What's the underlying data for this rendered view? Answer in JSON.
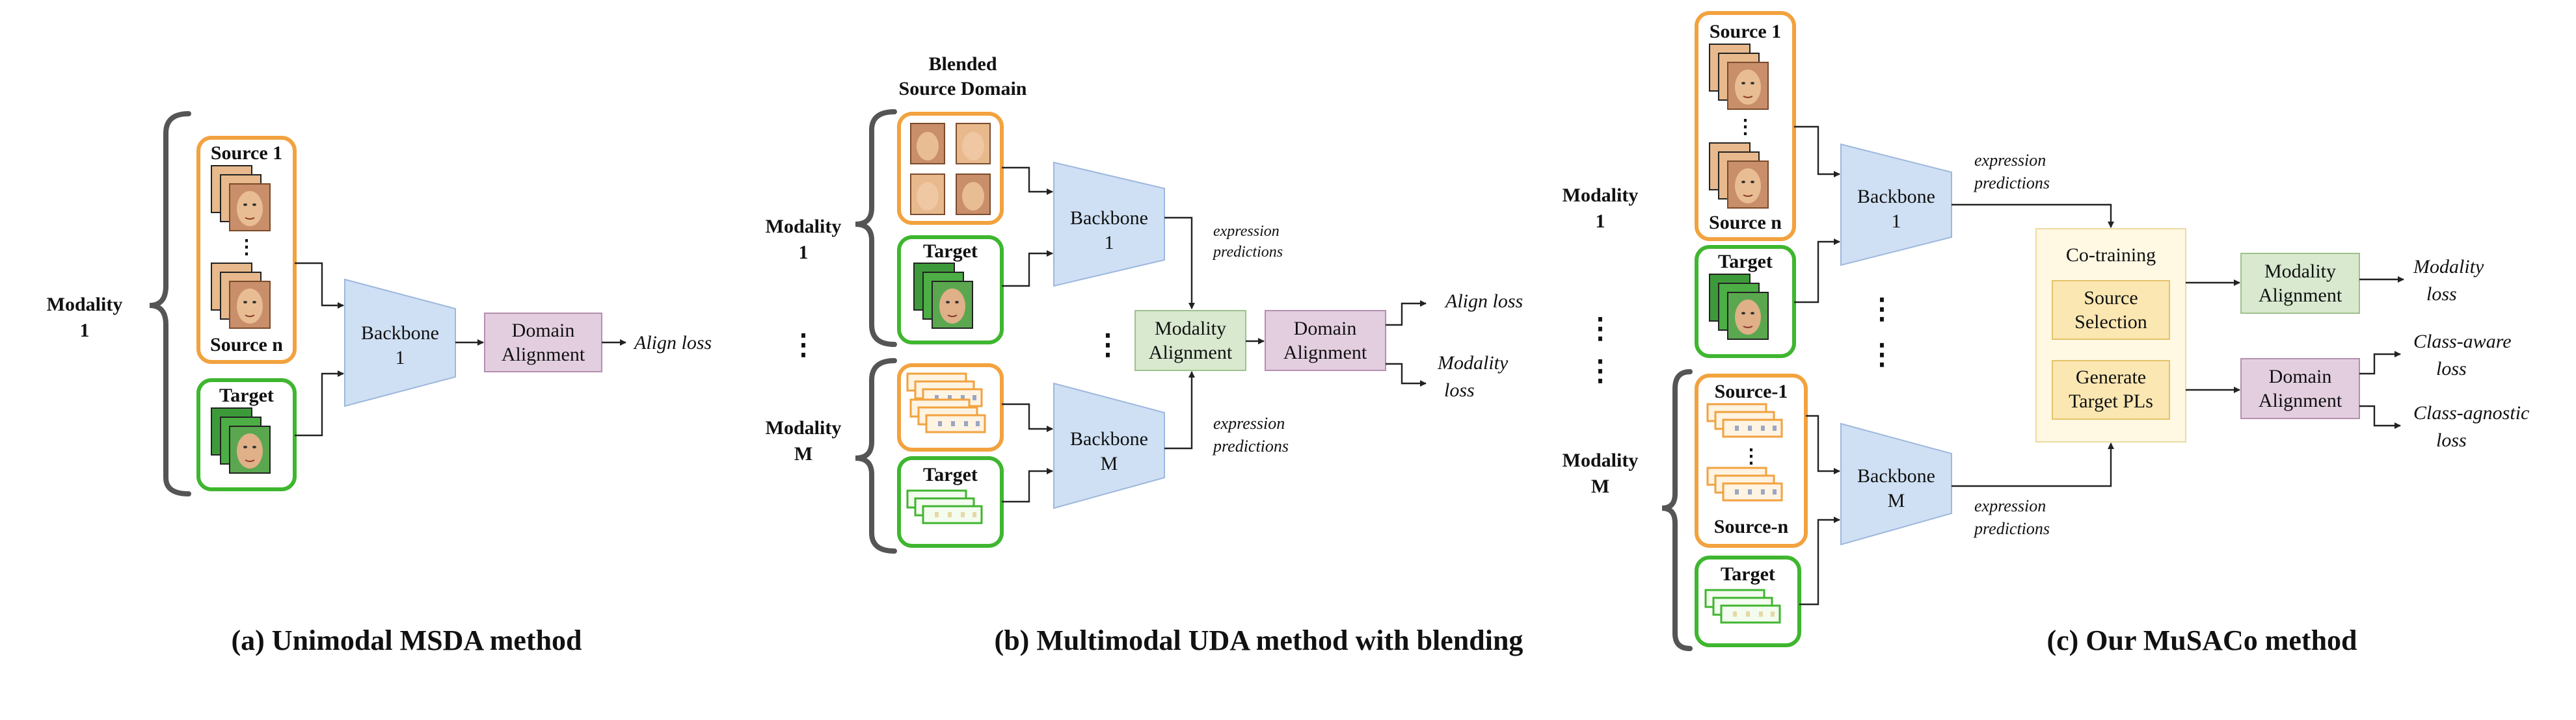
{
  "panel_a": {
    "caption": "(a) Unimodal MSDA method",
    "modality_label": [
      "Modality",
      "1"
    ],
    "source_first": "Source 1",
    "source_last": "Source n",
    "target": "Target",
    "backbone": [
      "Backbone",
      "1"
    ],
    "domain_alignment": [
      "Domain",
      "Alignment"
    ],
    "output": "Align loss"
  },
  "panel_b": {
    "caption": "(b) Multimodal UDA method with blending",
    "blended_title": [
      "Blended",
      "Source Domain"
    ],
    "modality_1_label": [
      "Modality",
      "1"
    ],
    "modality_m_label": [
      "Modality",
      "M"
    ],
    "target_1": "Target",
    "target_m": "Target",
    "backbone_1": [
      "Backbone",
      "1"
    ],
    "backbone_m": [
      "Backbone",
      "M"
    ],
    "expr_top": [
      "expression",
      "predictions"
    ],
    "expr_bottom": [
      "expression",
      "predictions"
    ],
    "modality_alignment": [
      "Modality",
      "Alignment"
    ],
    "domain_alignment": [
      "Domain",
      "Alignment"
    ],
    "output_1": "Align loss",
    "output_2": [
      "Modality",
      "loss"
    ]
  },
  "panel_c": {
    "caption": "(c) Our MuSACo method",
    "modality_1_label": [
      "Modality",
      "1"
    ],
    "modality_m_label": [
      "Modality",
      "M"
    ],
    "source_first": "Source 1",
    "source_last": "Source n",
    "target_1": "Target",
    "source_m_first": "Source-1",
    "source_m_last": "Source-n",
    "target_m": "Target",
    "backbone_1": [
      "Backbone",
      "1"
    ],
    "backbone_m": [
      "Backbone",
      "M"
    ],
    "expr_top": [
      "expression",
      "predictions"
    ],
    "expr_bottom": [
      "expression",
      "predictions"
    ],
    "cotraining_title": "Co-training",
    "source_selection": [
      "Source",
      "Selection"
    ],
    "generate_pls": [
      "Generate",
      "Target PLs"
    ],
    "modality_alignment": [
      "Modality",
      "Alignment"
    ],
    "domain_alignment": [
      "Domain",
      "Alignment"
    ],
    "modality_loss": [
      "Modality",
      "loss"
    ],
    "class_aware_loss": [
      "Class-aware",
      "loss"
    ],
    "class_agnostic_loss": [
      "Class-agnostic",
      "loss"
    ]
  },
  "colors": {
    "source_border": "#F2A23E",
    "target_border": "#3FB62F",
    "backbone_fill": "#CFE0F4",
    "domain_alignment_fill": "#E3CEE0",
    "modality_alignment_fill": "#D8E9CF",
    "cotraining_fill": "#FFF8E3",
    "cotraining_inner_fill": "#FBE7B2"
  },
  "icons": [
    "face-image-stack",
    "physiological-signal-stack",
    "curly-brace",
    "arrow"
  ]
}
